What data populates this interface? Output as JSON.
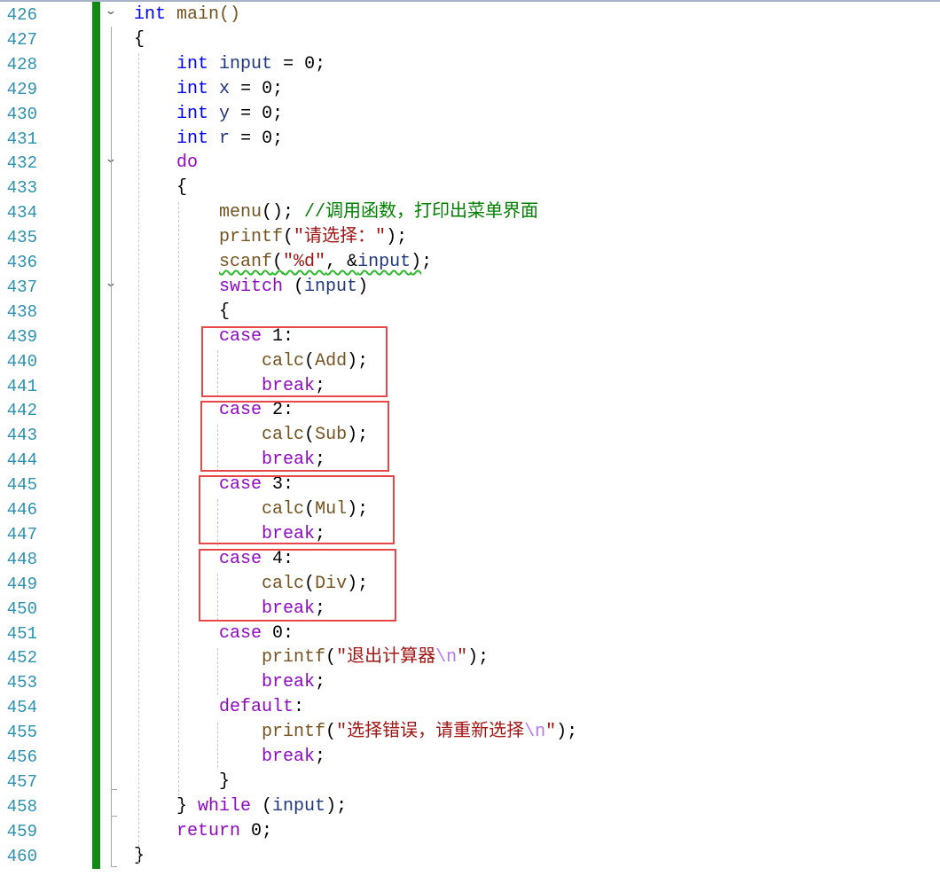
{
  "editor": {
    "lines": [
      {
        "num": "426",
        "tokens": [
          {
            "t": "int",
            "c": "kw"
          },
          {
            "t": " main()",
            "c": "fn"
          }
        ]
      },
      {
        "num": "427",
        "tokens": [
          {
            "t": "{",
            "c": "pl"
          }
        ]
      },
      {
        "num": "428",
        "tokens": [
          {
            "t": "    "
          },
          {
            "t": "int",
            "c": "kw"
          },
          {
            "t": " "
          },
          {
            "t": "input",
            "c": "var"
          },
          {
            "t": " = 0;",
            "c": "pl"
          }
        ]
      },
      {
        "num": "429",
        "tokens": [
          {
            "t": "    "
          },
          {
            "t": "int",
            "c": "kw"
          },
          {
            "t": " "
          },
          {
            "t": "x",
            "c": "var"
          },
          {
            "t": " = 0;",
            "c": "pl"
          }
        ]
      },
      {
        "num": "430",
        "tokens": [
          {
            "t": "    "
          },
          {
            "t": "int",
            "c": "kw"
          },
          {
            "t": " "
          },
          {
            "t": "y",
            "c": "var"
          },
          {
            "t": " = 0;",
            "c": "pl"
          }
        ]
      },
      {
        "num": "431",
        "tokens": [
          {
            "t": "    "
          },
          {
            "t": "int",
            "c": "kw"
          },
          {
            "t": " "
          },
          {
            "t": "r",
            "c": "var"
          },
          {
            "t": " = 0;",
            "c": "pl"
          }
        ]
      },
      {
        "num": "432",
        "tokens": [
          {
            "t": "    "
          },
          {
            "t": "do",
            "c": "ctl"
          }
        ]
      },
      {
        "num": "433",
        "tokens": [
          {
            "t": "    {",
            "c": "pl"
          }
        ]
      },
      {
        "num": "434",
        "tokens": [
          {
            "t": "        "
          },
          {
            "t": "menu",
            "c": "fn"
          },
          {
            "t": "(); ",
            "c": "pl"
          },
          {
            "t": "//调用函数，打印出菜单界面",
            "c": "cmt"
          }
        ]
      },
      {
        "num": "435",
        "tokens": [
          {
            "t": "        "
          },
          {
            "t": "printf",
            "c": "fn"
          },
          {
            "t": "(",
            "c": "pl"
          },
          {
            "t": "\"请选择：\"",
            "c": "str"
          },
          {
            "t": ");",
            "c": "pl"
          }
        ]
      },
      {
        "num": "436",
        "tokens": [
          {
            "t": "        "
          },
          {
            "t": "scanf(\"%d\", &input)",
            "c": "squig-mixed"
          },
          {
            "t": ";",
            "c": "pl"
          }
        ]
      },
      {
        "num": "437",
        "tokens": [
          {
            "t": "        "
          },
          {
            "t": "switch",
            "c": "ctl"
          },
          {
            "t": " (",
            "c": "pl"
          },
          {
            "t": "input",
            "c": "var"
          },
          {
            "t": ")",
            "c": "pl"
          }
        ]
      },
      {
        "num": "438",
        "tokens": [
          {
            "t": "        {",
            "c": "pl"
          }
        ]
      },
      {
        "num": "439",
        "tokens": [
          {
            "t": "        "
          },
          {
            "t": "case",
            "c": "ctl"
          },
          {
            "t": " 1:",
            "c": "pl"
          }
        ]
      },
      {
        "num": "440",
        "tokens": [
          {
            "t": "            "
          },
          {
            "t": "calc",
            "c": "fn"
          },
          {
            "t": "(",
            "c": "pl"
          },
          {
            "t": "Add",
            "c": "fn"
          },
          {
            "t": ");",
            "c": "pl"
          }
        ]
      },
      {
        "num": "441",
        "tokens": [
          {
            "t": "            "
          },
          {
            "t": "break",
            "c": "ctl"
          },
          {
            "t": ";",
            "c": "pl"
          }
        ]
      },
      {
        "num": "442",
        "tokens": [
          {
            "t": "        "
          },
          {
            "t": "case",
            "c": "ctl"
          },
          {
            "t": " 2:",
            "c": "pl"
          }
        ]
      },
      {
        "num": "443",
        "tokens": [
          {
            "t": "            "
          },
          {
            "t": "calc",
            "c": "fn"
          },
          {
            "t": "(",
            "c": "pl"
          },
          {
            "t": "Sub",
            "c": "fn"
          },
          {
            "t": ");",
            "c": "pl"
          }
        ]
      },
      {
        "num": "444",
        "tokens": [
          {
            "t": "            "
          },
          {
            "t": "break",
            "c": "ctl"
          },
          {
            "t": ";",
            "c": "pl"
          }
        ]
      },
      {
        "num": "445",
        "tokens": [
          {
            "t": "        "
          },
          {
            "t": "case",
            "c": "ctl"
          },
          {
            "t": " 3:",
            "c": "pl"
          }
        ]
      },
      {
        "num": "446",
        "tokens": [
          {
            "t": "            "
          },
          {
            "t": "calc",
            "c": "fn"
          },
          {
            "t": "(",
            "c": "pl"
          },
          {
            "t": "Mul",
            "c": "fn"
          },
          {
            "t": ");",
            "c": "pl"
          }
        ]
      },
      {
        "num": "447",
        "tokens": [
          {
            "t": "            "
          },
          {
            "t": "break",
            "c": "ctl"
          },
          {
            "t": ";",
            "c": "pl"
          }
        ]
      },
      {
        "num": "448",
        "tokens": [
          {
            "t": "        "
          },
          {
            "t": "case",
            "c": "ctl"
          },
          {
            "t": " 4:",
            "c": "pl"
          }
        ]
      },
      {
        "num": "449",
        "tokens": [
          {
            "t": "            "
          },
          {
            "t": "calc",
            "c": "fn"
          },
          {
            "t": "(",
            "c": "pl"
          },
          {
            "t": "Div",
            "c": "fn"
          },
          {
            "t": ");",
            "c": "pl"
          }
        ]
      },
      {
        "num": "450",
        "tokens": [
          {
            "t": "            "
          },
          {
            "t": "break",
            "c": "ctl"
          },
          {
            "t": ";",
            "c": "pl"
          }
        ]
      },
      {
        "num": "451",
        "tokens": [
          {
            "t": "        "
          },
          {
            "t": "case",
            "c": "ctl"
          },
          {
            "t": " 0:",
            "c": "pl"
          }
        ]
      },
      {
        "num": "452",
        "tokens": [
          {
            "t": "            "
          },
          {
            "t": "printf",
            "c": "fn"
          },
          {
            "t": "(",
            "c": "pl"
          },
          {
            "t": "\"退出计算器",
            "c": "str"
          },
          {
            "t": "\\n",
            "c": "esc"
          },
          {
            "t": "\"",
            "c": "str"
          },
          {
            "t": ");",
            "c": "pl"
          }
        ]
      },
      {
        "num": "453",
        "tokens": [
          {
            "t": "            "
          },
          {
            "t": "break",
            "c": "ctl"
          },
          {
            "t": ";",
            "c": "pl"
          }
        ]
      },
      {
        "num": "454",
        "tokens": [
          {
            "t": "        "
          },
          {
            "t": "default",
            "c": "ctl"
          },
          {
            "t": ":",
            "c": "pl"
          }
        ]
      },
      {
        "num": "455",
        "tokens": [
          {
            "t": "            "
          },
          {
            "t": "printf",
            "c": "fn"
          },
          {
            "t": "(",
            "c": "pl"
          },
          {
            "t": "\"选择错误，请重新选择",
            "c": "str"
          },
          {
            "t": "\\n",
            "c": "esc"
          },
          {
            "t": "\"",
            "c": "str"
          },
          {
            "t": ");",
            "c": "pl"
          }
        ]
      },
      {
        "num": "456",
        "tokens": [
          {
            "t": "            "
          },
          {
            "t": "break",
            "c": "ctl"
          },
          {
            "t": ";",
            "c": "pl"
          }
        ]
      },
      {
        "num": "457",
        "tokens": [
          {
            "t": "        }",
            "c": "pl"
          }
        ]
      },
      {
        "num": "458",
        "tokens": [
          {
            "t": "    } ",
            "c": "pl"
          },
          {
            "t": "while",
            "c": "ctl"
          },
          {
            "t": " (",
            "c": "pl"
          },
          {
            "t": "input",
            "c": "var"
          },
          {
            "t": ");",
            "c": "pl"
          }
        ]
      },
      {
        "num": "459",
        "tokens": [
          {
            "t": "    "
          },
          {
            "t": "return",
            "c": "ctl"
          },
          {
            "t": " 0;",
            "c": "pl"
          }
        ]
      },
      {
        "num": "460",
        "tokens": [
          {
            "t": "}",
            "c": "pl"
          }
        ]
      }
    ],
    "fold_markers": [
      {
        "line_index": 0,
        "icon": "chevron-down-icon"
      },
      {
        "line_index": 6,
        "icon": "chevron-down-icon"
      },
      {
        "line_index": 11,
        "icon": "chevron-down-icon"
      }
    ],
    "highlight_boxes": [
      {
        "label": "case 1 block"
      },
      {
        "label": "case 2 block"
      },
      {
        "label": "case 3 block"
      },
      {
        "label": "case 4 block"
      }
    ],
    "colors": {
      "line_number": "#2b91af",
      "keyword": "#0000ff",
      "control": "#8f08c4",
      "function": "#74531f",
      "variable": "#1f377f",
      "string": "#a31515",
      "escape": "#b776fb",
      "comment": "#008000",
      "change_bar": "#108a10",
      "highlight_box": "#e8474a"
    }
  }
}
